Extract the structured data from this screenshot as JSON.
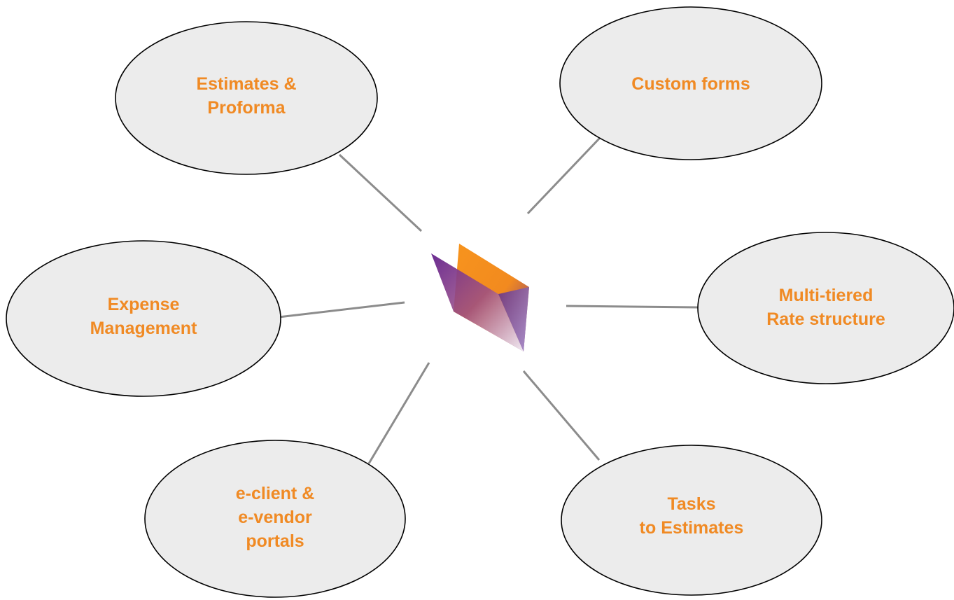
{
  "colors": {
    "bubble_fill": "#ececec",
    "bubble_stroke": "#000000",
    "connector": "#8c8c8c",
    "label": "#f08a24",
    "icon_orange": "#f7941d",
    "icon_purple": "#6a2c91"
  },
  "center": {
    "icon": "folder-icon"
  },
  "nodes": [
    {
      "key": "estimates-proforma",
      "lines": [
        "Estimates &",
        "Proforma"
      ]
    },
    {
      "key": "custom-forms",
      "lines": [
        "Custom forms"
      ]
    },
    {
      "key": "expense-management",
      "lines": [
        "Expense",
        "Management"
      ]
    },
    {
      "key": "multi-tiered-rate",
      "lines": [
        "Multi-tiered",
        "Rate structure"
      ]
    },
    {
      "key": "portals",
      "lines": [
        "e-client &",
        "e-vendor",
        "portals"
      ]
    },
    {
      "key": "tasks-estimates",
      "lines": [
        "Tasks",
        "to  Estimates"
      ]
    }
  ]
}
